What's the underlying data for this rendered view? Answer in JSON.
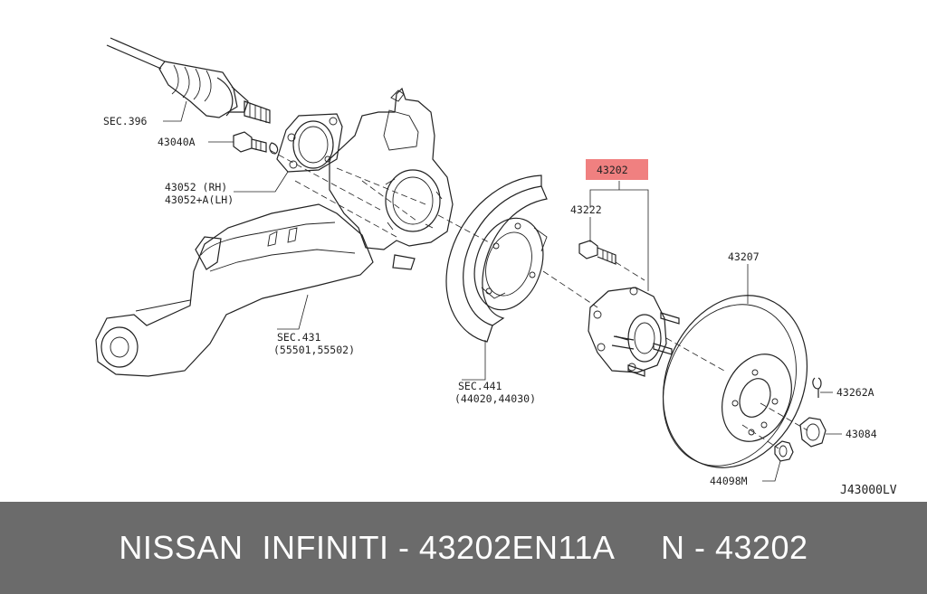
{
  "callouts": {
    "sec396": "SEC.396",
    "bolt_43040a": "43040A",
    "bracket_rh": "43052 (RH)",
    "bracket_lh": "43052+A(LH)",
    "highlight_part": "43202",
    "bolt_43222": "43222",
    "rotor_43207": "43207",
    "sec431": "SEC.431",
    "sec431_parts": "(55501,55502)",
    "sec441": "SEC.441",
    "sec441_parts": "(44020,44030)",
    "pin_43262a": "43262A",
    "nut_43084": "43084",
    "nut_44098m": "44098M",
    "drawing_code": "J43000LV"
  },
  "footer": {
    "caption": "NISSAN  INFINITI - 43202EN11A     N - 43202"
  },
  "colors": {
    "highlight": "#f08080",
    "footer_bg": "#6b6b6b",
    "line": "#222222"
  }
}
